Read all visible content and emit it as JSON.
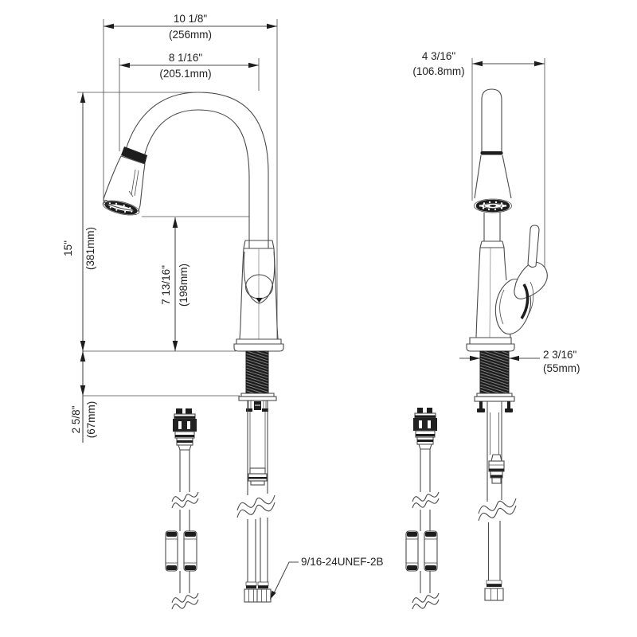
{
  "drawing": {
    "front_view": {
      "overall_width": {
        "inches": "10 1/8\"",
        "metric": "(256mm)"
      },
      "spout_reach": {
        "inches": "8 1/16\"",
        "metric": "(205.1mm)"
      },
      "overall_height": {
        "inches": "15\"",
        "metric": "(381mm)"
      },
      "spout_height": {
        "inches": "7 13/16\"",
        "metric": "(198mm)"
      },
      "deck_thickness": {
        "inches": "2 5/8\"",
        "metric": "(67mm)"
      }
    },
    "side_view": {
      "depth": {
        "inches": "4 3/16\"",
        "metric": "(106.8mm)"
      },
      "shank_width": {
        "inches": "2 3/16\"",
        "metric": "(55mm)"
      }
    },
    "thread_label": "9/16-24UNEF-2B",
    "colors": {
      "line": "#4b4b4b",
      "dark": "#1d1d1d",
      "text": "#222222",
      "background": "#ffffff"
    }
  }
}
